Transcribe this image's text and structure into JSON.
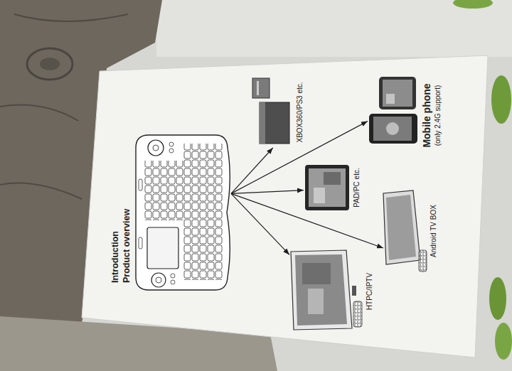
{
  "diagram": {
    "nodes": [
      {
        "text": [
          "Introduction",
          "Product overview"
        ]
      },
      {
        "text": [
          "XBOX360/PS3 etc."
        ]
      },
      {
        "text": [
          "HTPC/IPTV"
        ]
      },
      {
        "text": [
          "PAD/PC etc."
        ]
      },
      {
        "text": [
          "Mobile phone",
          "(only 2.4G support)"
        ]
      },
      {
        "text": [
          "Android TV BOX"
        ]
      }
    ],
    "edges": [
      {
        "from": 0,
        "to": 1,
        "arrow": "to"
      },
      {
        "from": 0,
        "to": 2,
        "arrow": "to"
      },
      {
        "from": 0,
        "to": 3,
        "arrow": "to"
      },
      {
        "from": 0,
        "to": 4,
        "arrow": "to"
      },
      {
        "from": 0,
        "to": 5,
        "arrow": "to"
      }
    ]
  }
}
